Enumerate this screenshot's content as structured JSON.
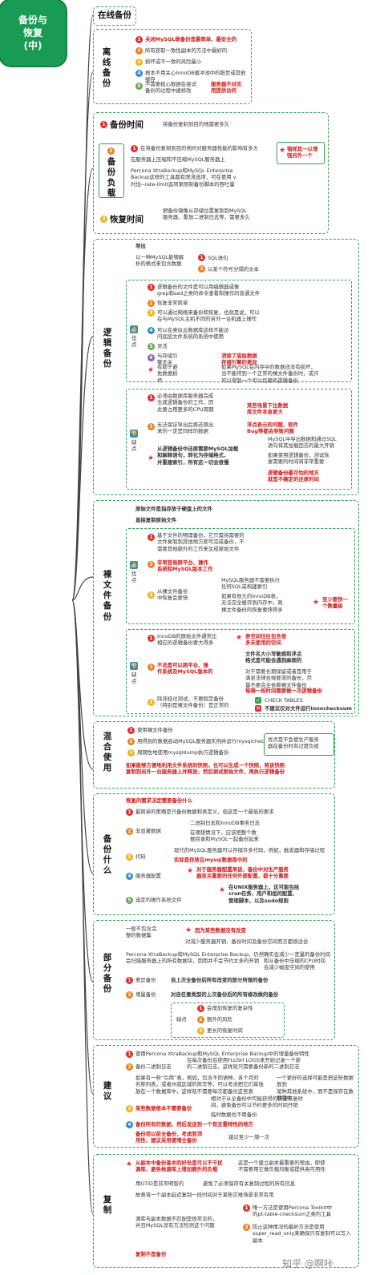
{
  "root": {
    "title": "备份与\n恢复\n(中)"
  },
  "s1": {
    "title": "在线备份"
  },
  "s2": {
    "title": "离\n线\n备\n份",
    "items": [
      "关闭MySQL做备份是最简单、最安全的",
      "所有获取一致性副本的方法中最好的",
      "损坏或不一致的风险最小",
      "根本不用关心InnoDB缓冲池中的脏页或其他缓存",
      "不需要担心数据在尝试\n备份的过程中被修改"
    ],
    "note": "服务器不对应\n用提供访问"
  },
  "s3": {
    "t1": "备份时间",
    "t1_desc": "将备份复制到目的地需要多久",
    "t2": "备\n份\n负\n载",
    "t2_items": [
      "在将备份复制到目的地时对服务器性能的影响有多大",
      "在服务器上压缩和不压缩MySQL服务器上",
      "Percona XtraBackup和MySQL Enterprise\nBackup这样的工具都有限流选项，可在使用 v\n时加--rate-limit选项来限制备份脚本的吞吐量"
    ],
    "t2_note": "错样其一以增\n强另外一个",
    "t3": "恢复时间",
    "t3_desc": "把备份镜像从存储位置复制到MySQL\n服务器，重放二进制日志等，需要多久"
  },
  "s4": {
    "title": "逻\n辑\n备\n份",
    "head": "导出",
    "opt_a": "以一种MySQL能够解\n析的格式来包含数据",
    "opt_sql": "SQL语句",
    "opt_txt": "以某个符号分隔的文本",
    "pros_label": "优\n点",
    "pros": [
      "逻辑备份的文件是可以用编辑器或像\ngrep和sed之类的命令查看和操作的普通文件",
      "恢复非常简单",
      "可以通过网络来备份和恢复，也就是说，可以\n在与MySQL主机不同的另外一台机器上操作",
      "可以在类似云数据库这样不能访\n问底层文件系统的系统中使用",
      "灵活",
      "与存储引\n擎无关",
      "有助于避\n免数据损\n坏"
    ],
    "pros_notes": [
      "消除了底层数据\n存储引擎的差异",
      "如果MySQL在内存中的数据还没有损坏，\n当不能得到一个正常的裸文件备份时，或许\n可以得到一个可以信赖的逻辑备份"
    ],
    "cons_label": "缺\n点",
    "cons": [
      "必须由数据库服务器完成\n生成逻辑备份的工作，因\n此要占用更多的CPU周期",
      "无法保证导出后再还原出\n来的一定是同样的数据",
      "从逻辑备份中还原需要MySQL加载\n和解释语句，转化为存储格式，\n并重建索引，所有这一切会很慢"
    ],
    "cons_notes": [
      "某些场景下比数据\n库文件本身更大",
      "浮点表示的问题、软件\nBug等都会导致问题",
      "MySQL中导出数据和通过SQL\n语句将其加载回去的最大开销",
      "如果使用逻辑备份，测试恢\n复需要的时间将非常重要",
      "逻辑备份最可怕的地方\n就是不确定的还原时间"
    ]
  },
  "s5": {
    "title": "裸\n文\n件\n备\n份",
    "head1": "原始文件是指存放于硬盘上的文件",
    "head2": "直接复制原始文件",
    "pros_label": "优\n点",
    "pros": [
      "基于文件的物理备份，它只需将需要的\n文件复制到其他地方即可完成备份，不\n需要其他额外的工作来生成原始文件",
      "非常容易跨平台、操作\n系统和MySQL版本工作",
      "从裸文件备份\n中恢复会更快"
    ],
    "pros_notes": [
      "MySQL服务器不需要执行\n任何SQL或构建索引",
      "如果有很大的InnoDB表，\n无法完全缓存到内存中，则\n裸文件备份的恢复要快得多",
      "至少要快一\n个数量级"
    ],
    "cons_label": "缺\n点",
    "cons": [
      "InnoDB的原始文件通常比\n相应的逻辑备份要大得多",
      "不总是可以跨平台、操\n作系统及MySQL版本的",
      "除非经过测试，不要假定备份\n（特别是裸文件备份）是正常的"
    ],
    "cons_notes": [
      "表空间往往包含很\n多未使用的空间",
      "文件名大小写敏感和浮点\n格式是可能会遇到麻烦的",
      "对于需要长期保留或者是用于\n满足法律合规要求的备份，尽\n量不要完全依赖裸文件备份",
      "每隔一段时间需要做一次逻辑备份",
      "CHECK TABLES",
      "不建议仅对文件运行innochecksum"
    ]
  },
  "s6": {
    "title": "混\n合\n使\n用",
    "items": [
      "使用裸文件备份",
      "用得到的数据启动MySQL服务器实例并运行mysqlcheck",
      "周期性地使用mysqldump执行逻辑备份",
      "如果能够方便地利用文件系统的快照，也可以生成一个快照，将该快照\n复制到另外一台服务器上并释放，然后测试原始文件，再执行逻辑备份"
    ],
    "note": "优点是不会使生产服务\n器在备份时有过度负担"
  },
  "s7": {
    "title": "备\n份\n什\n么",
    "head": "恢复的需求决定需要备份什么",
    "items": [
      "最简单的策略是只备份数据和表定义，但这是一个最低的要求",
      "非显著数据",
      "代码",
      "服务器配置",
      "选定的操作系统文件"
    ],
    "subs": [
      "二进制日志和InnoDB事务日志",
      "在理想情况下，应该把整个数\n据目录和MySQL一起备份起来",
      "现代的MySQL服务器可以存储许多代码，例如，触发器和存储过程",
      "实际是存放在mysql数据库中的",
      "对于服务器配置来说，备份中对生产服务\n器至关重要的任何外部配置，都十分重要",
      "在UNIX服务器上，这可能包括\ncron任务、用户和组的配置、\n管理脚本，以及sudo规则"
    ]
  },
  "s8": {
    "title": "部\n分\n备\n份",
    "items": [
      "一般不包含完\n整的数据集",
      "Percona XtraBackup和MySQL Enterprise Backup，仍然\n会扫描服务器上的所有数据块，因而并不会节约太多的开销",
      "差异备份",
      "增量备份"
    ],
    "subs": [
      "因为某些数据没有改变",
      "对减少服务器开销、备份时间及备份空间而言都很适合",
      "确实会减少一定量的备份时间\n和从备份中压缩的CPU时间",
      "会减少磁盘空间的使用",
      "自上次全备份后所有改变的部分所做的备份",
      "对自任意类型的上次备份后的所有修改做的备份",
      "缺点",
      "会增加恢复的复杂性",
      "额外的风险",
      "更长的恢复时间"
    ]
  },
  "s9": {
    "title": "建\n议",
    "items": [
      "使用Percona XtraBackup和MySQL Enterprise Backup中的增量备份特性",
      "备份二进制日志",
      "如果有一些“引用”表，例如，包含不同语种、各个月的\n名称列表，或者州或区域的简写等，可以考虑把它们单独\n放在一个数据库中，这样就不需要每次都备份这些表",
      "某些数据根本不需要备份",
      "备份所有的数据，然后发送到一个有去重特性的地方",
      "备份用以前全备份，考虑到顶\n用性，建议采用便增全备份"
    ],
    "subs": [
      "在每次备份后使用FLUSH LOGS来开始记录一个新\n的二进制日志，这样就只需要备份新的二进制日志",
      "一个更好的选择可能是把这些数据放到\n某种其他系统中，而不是保存在数据库中",
      "相对于从全备份中可能获得的快速恢复时\n间，避免备份可以节约更多的时间开销",
      "临时数据也不用备份",
      "建议至少一周一次"
    ]
  },
  "s10": {
    "title": "复\n制",
    "items": [
      "从副本中备份基本的好处是可以不干扰\n源库，避免给源库上增加额外的负载",
      "用GTID是非常明智的",
      "故意将一个副本延迟复制一段时间对于某些灾难场景非常有用",
      "源库与副本数据不匹配是很常见的，\n并且MySQL没有方法检测这个问题",
      "复制不是备份"
    ],
    "subs": [
      "这是一个建立副本最重要的理由，即使\n不需要用它做负载均衡或提供高可用性",
      "避免了必须保存有关复制过程的所有信息",
      "唯一方法是使用Percona Toolkit中\n的pt-table-checksum之类的工具",
      "防止这种情况的最好方法是使用\nsuper_read_only来确保只有复制可以写入副本"
    ]
  },
  "watermark": {
    "text": "知乎 @啊咔"
  }
}
